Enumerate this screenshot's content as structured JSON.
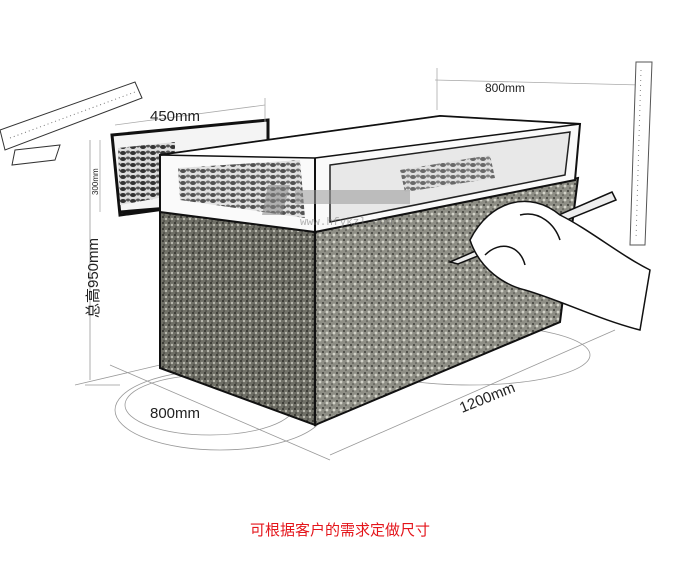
{
  "dimensions": {
    "depth_top": "450mm",
    "width_top": "800mm",
    "glass_height": "300mm",
    "total_height": "总高950mm",
    "depth_bottom": "800mm",
    "length_bottom": "1200mm"
  },
  "caption": "可根据客户的需求定做尺寸",
  "watermark": {
    "logo_text": "ZZ ",
    "url": "www.hfykzl.com"
  },
  "colors": {
    "caption": "#e4151b",
    "stone_front": "#4a4a44",
    "stone_side": "#8a8a80"
  }
}
